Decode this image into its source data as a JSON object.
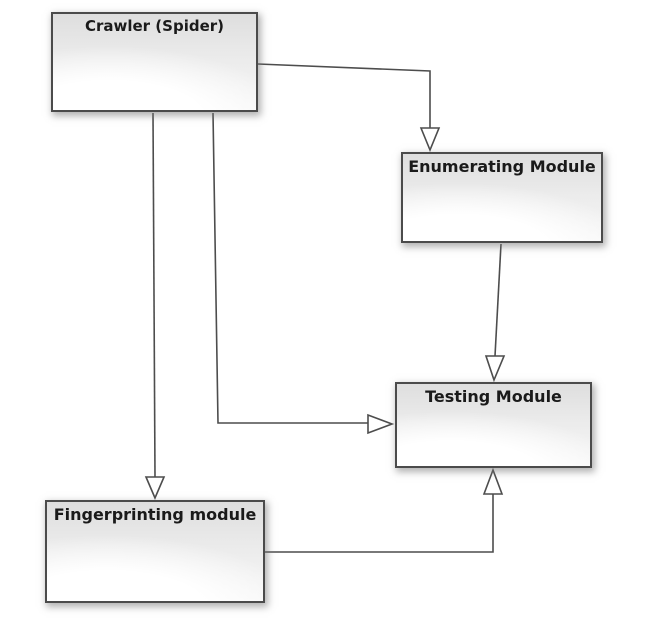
{
  "diagram": {
    "type": "flow-diagram",
    "background_color": "#ffffff",
    "node_border_color": "#4b4b4b",
    "node_fill_top": "#dedede",
    "node_fill_bottom": "#f7f7f7",
    "connector_color": "#4d4d4d",
    "text_color": "#1a1a1a",
    "nodes": [
      {
        "id": "crawler",
        "label": "Crawler (Spider)"
      },
      {
        "id": "enumerating",
        "label": "Enumerating Module"
      },
      {
        "id": "testing",
        "label": "Testing Module"
      },
      {
        "id": "fingerprinting",
        "label": "Fingerprinting module"
      }
    ],
    "edges": [
      {
        "from": "crawler",
        "to": "enumerating",
        "arrow": "hollow-triangle",
        "enters": "top"
      },
      {
        "from": "crawler",
        "to": "fingerprinting",
        "arrow": "hollow-triangle",
        "enters": "top"
      },
      {
        "from": "crawler",
        "to": "testing",
        "arrow": "hollow-triangle",
        "enters": "left"
      },
      {
        "from": "enumerating",
        "to": "testing",
        "arrow": "hollow-triangle",
        "enters": "top"
      },
      {
        "from": "fingerprinting",
        "to": "testing",
        "arrow": "hollow-triangle",
        "enters": "bottom"
      }
    ]
  }
}
